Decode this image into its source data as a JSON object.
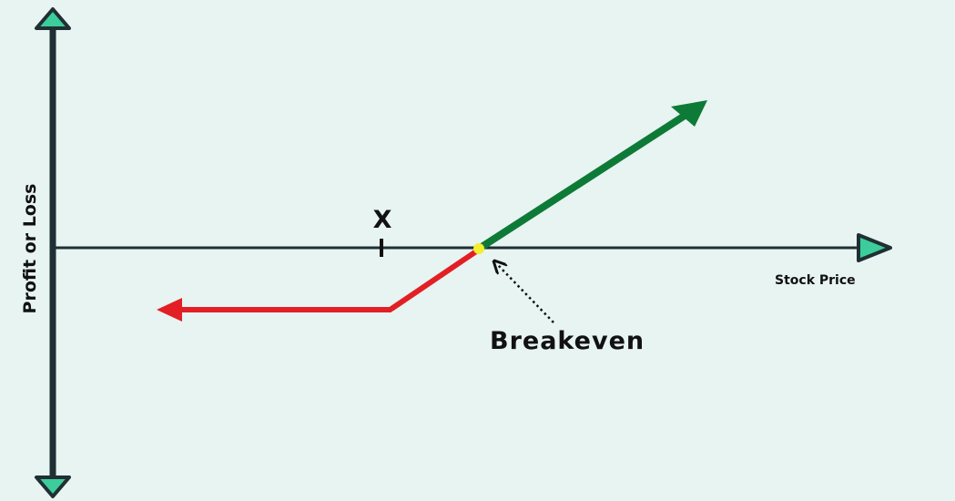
{
  "labels": {
    "y_axis": "Profit or Loss",
    "x_axis": "Stock Price",
    "strike": "X",
    "breakeven": "Breakeven"
  },
  "colors": {
    "background": "#e7f4f1",
    "axis": "#1f2f33",
    "arrowhead": "#3dcc9b",
    "loss_line": "#e21f25",
    "profit_line": "#0e7a37",
    "breakeven_dot": "#f4ee2e",
    "text": "#111111"
  },
  "icons": {
    "axis_arrowheads": "triangle",
    "breakeven_pointer": "dotted-arrow"
  }
}
